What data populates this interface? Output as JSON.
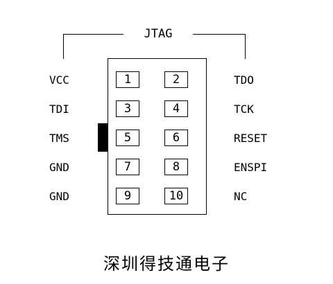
{
  "connector": {
    "title": "JTAG",
    "pins": [
      {
        "number": "1",
        "signal": "VCC"
      },
      {
        "number": "2",
        "signal": "TDO"
      },
      {
        "number": "3",
        "signal": "TDI"
      },
      {
        "number": "4",
        "signal": "TCK"
      },
      {
        "number": "5",
        "signal": "TMS"
      },
      {
        "number": "6",
        "signal": "RESET"
      },
      {
        "number": "7",
        "signal": "GND"
      },
      {
        "number": "8",
        "signal": "ENSPI"
      },
      {
        "number": "9",
        "signal": "GND"
      },
      {
        "number": "10",
        "signal": "NC"
      }
    ]
  },
  "footer": {
    "caption": "深圳得技通电子"
  }
}
